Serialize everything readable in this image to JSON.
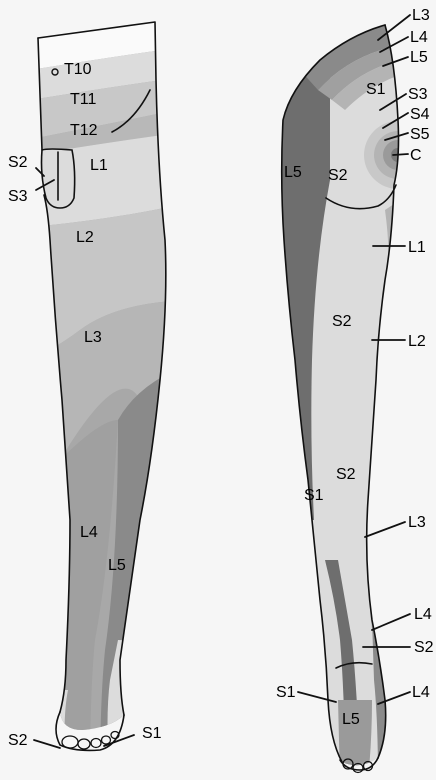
{
  "colors": {
    "background": "#f6f6f6",
    "outline": "#111111",
    "shade_white": "#fafafa",
    "shade_light": "#dcdcdc",
    "shade_mid": "#b4b4b4",
    "shade_dark": "#8c8c8c",
    "shade_darker": "#6e6e6e"
  },
  "front": {
    "labels": {
      "t10": "T10",
      "t11": "T11",
      "t12": "T12",
      "s2": "S2",
      "s3": "S3",
      "l1": "L1",
      "l2": "L2",
      "l3": "L3",
      "l4": "L4",
      "l5": "L5",
      "s2_foot": "S2",
      "s1_foot": "S1"
    }
  },
  "back": {
    "labels": {
      "l3_top": "L3",
      "l4_top": "L4",
      "l5_top": "L5",
      "s1_buttock": "S1",
      "s3": "S3",
      "s4": "S4",
      "s5": "S5",
      "c": "C",
      "l5_thigh": "L5",
      "s2_buttock": "S2",
      "l1": "L1",
      "s2_thigh": "S2",
      "l2": "L2",
      "s2_calf": "S2",
      "s1_calf": "S1",
      "l3_calf": "L3",
      "l4_calf": "L4",
      "s2_ankle": "S2",
      "s1_heel": "S1",
      "l5_foot": "L5",
      "l4_foot": "L4"
    }
  }
}
